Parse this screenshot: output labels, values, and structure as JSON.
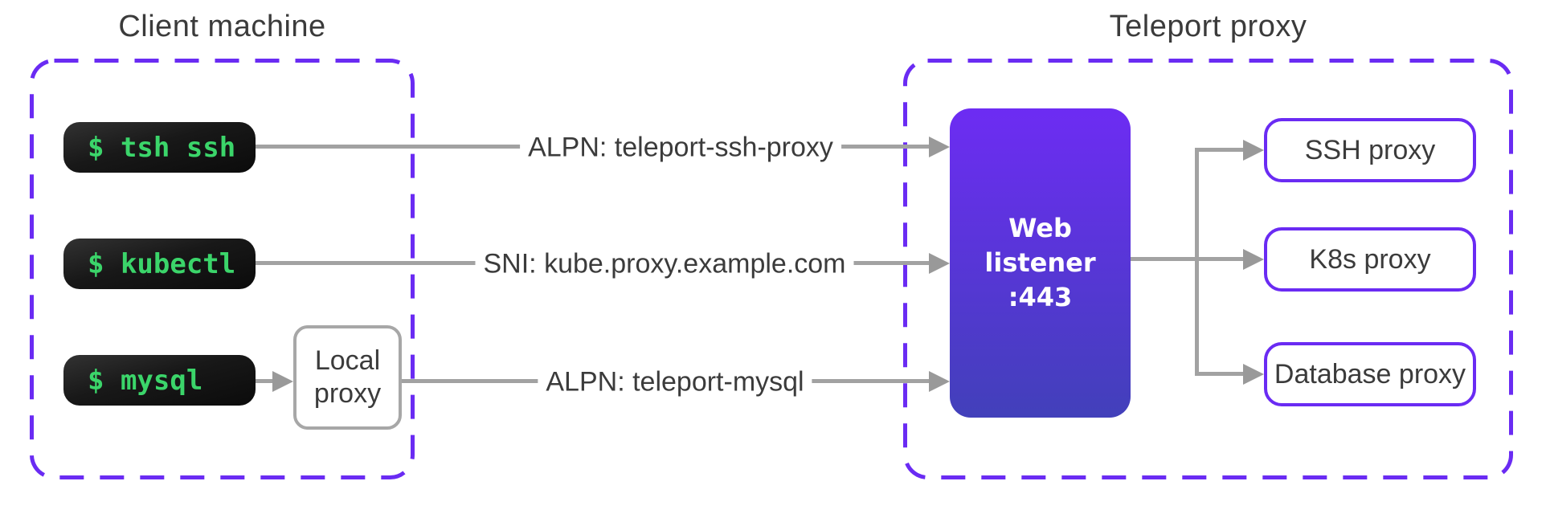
{
  "client": {
    "title": "Client machine",
    "commands": [
      {
        "text": "$ tsh ssh"
      },
      {
        "text": "$ kubectl"
      },
      {
        "text": "$ mysql"
      }
    ],
    "local_proxy": {
      "label": "Local proxy"
    }
  },
  "connections": [
    {
      "label": "ALPN: teleport-ssh-proxy"
    },
    {
      "label": "SNI: kube.proxy.example.com"
    },
    {
      "label": "ALPN: teleport-mysql"
    }
  ],
  "teleport": {
    "title": "Teleport proxy",
    "listener_lines": [
      "Web",
      "listener",
      ":443"
    ],
    "proxies": [
      {
        "label": "SSH proxy"
      },
      {
        "label": "K8s proxy"
      },
      {
        "label": "Database proxy"
      }
    ]
  },
  "colors": {
    "purple": "#6a2bf3",
    "line_gray": "#a2a2a2",
    "arrow_gray": "#999999",
    "terminal_green": "#3bd56a",
    "terminal_bg_top": "#323232",
    "terminal_bg_bottom": "#0b0b0b",
    "listener_gradient_top": "#6d2cf3",
    "listener_gradient_bottom": "#4240ba",
    "text_dark": "#3b3b3b",
    "local_proxy_border": "#a7a7a7",
    "background": "#ffffff"
  }
}
